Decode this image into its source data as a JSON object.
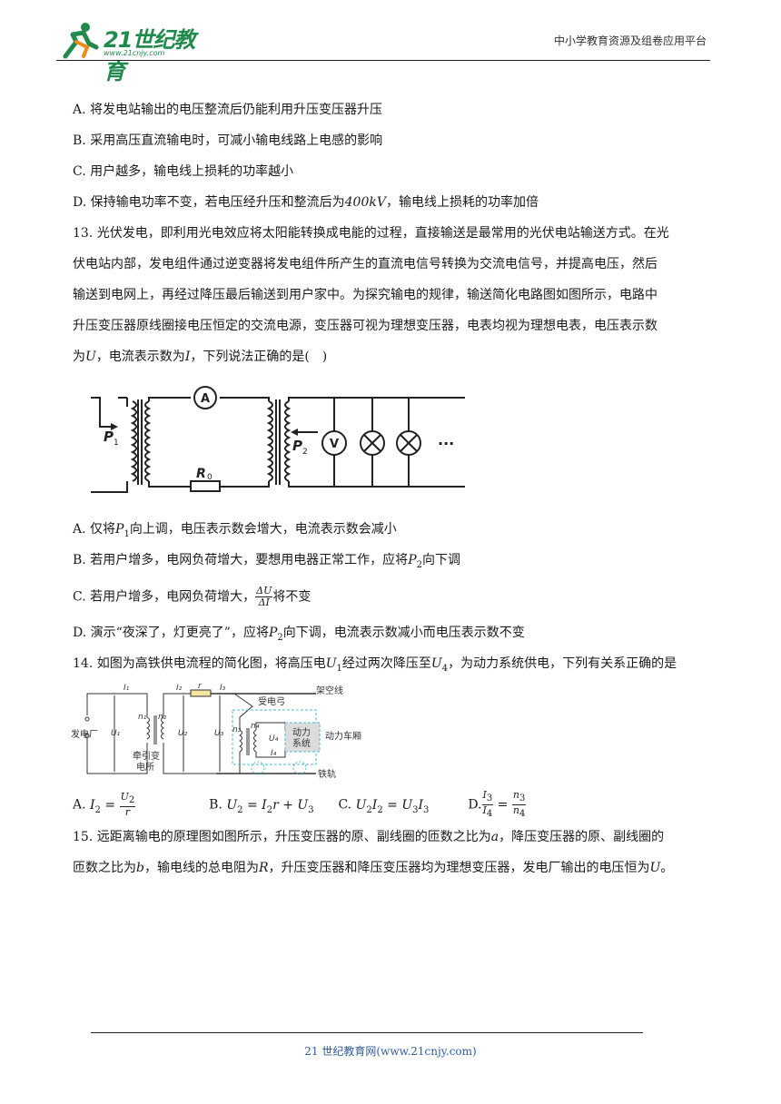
{
  "header": {
    "logo_text": "21世纪教育",
    "logo_url": "www.21cnjy.com",
    "platform": "中小学教育资源及组卷应用平台"
  },
  "q12_options": {
    "a": "A. 将发电站输出的电压整流后仍能利用升压变压器升压",
    "b": "B. 采用高压直流输电时，可减小输电线路上电感的影响",
    "c": "C. 用户越多，输电线上损耗的功率越小",
    "d_pre": "D. 保持输电功率不变，若电压经升压和整流后为",
    "d_val": "400kV",
    "d_post": "，输电线上损耗的功率加倍"
  },
  "q13": {
    "line1": "13. 光伏发电，即利用光电效应将太阳能转换成电能的过程，直接输送是最常用的光伏电站输送方式。在光",
    "line2": "伏电站内部，发电组件通过逆变器将发电组件所产生的直流电信号转换为交流电信号，并提高电压，然后",
    "line3": "输送到电网上，再经过降压最后输送到用户家中。为探究输电的规律，输送简化电路图如图所示，电路中",
    "line4": "升压变压器原线圈接电压恒定的交流电源，变压器可视为理想变压器，电表均视为理想电表，电压表示数",
    "line5_a": "为",
    "line5_u": "U",
    "line5_b": "，电流表示数为",
    "line5_i": "I",
    "line5_c": "，下列说法正确的是(　)",
    "fig": {
      "ammeter": "A",
      "voltmeter": "V",
      "p1": "P",
      "p1_sub": "1",
      "p2": "P",
      "p2_sub": "2",
      "r0": "R",
      "r0_sub": "0",
      "dots": "···"
    },
    "opt_a1": "A. 仅将",
    "opt_a2": "向上调，电压表示数会增大，电流表示数会减小",
    "opt_b1": "B. 若用户增多，电网负荷增大，要想用电器正常工作，应将",
    "opt_b2": "向下调",
    "opt_c1": "C. 若用户增多，电网负荷增大，",
    "opt_c_num": "ΔU",
    "opt_c_den": "ΔI",
    "opt_c2": "将不变",
    "opt_d1": "D. 演示“夜深了，灯更亮了”，应将",
    "opt_d2": "向下调，电流表示数减小而电压表示数不变"
  },
  "q14": {
    "stem1": "14. 如图为高铁供电流程的简化图，将高压电",
    "stem2": "经过两次降压至",
    "stem3": "，为动力系统供电，下列有关系正确的是",
    "fig": {
      "plant": "发电厂",
      "substation1": "牵引变",
      "substation2": "电所",
      "overhead": "架空线",
      "pantograph": "受电弓",
      "car": "动力车厢",
      "power1": "动力",
      "power2": "系统",
      "rail": "铁轨",
      "I1": "I₁",
      "I2": "I₂",
      "I3": "I₃",
      "I4": "I₄",
      "r": "r",
      "U1": "U₁",
      "U2": "U₂",
      "U3": "U₃",
      "U4": "U₄",
      "n1": "n₁",
      "n2": "n₂",
      "n3": "n₃",
      "n4": "n₄"
    },
    "opt_a": "A.",
    "opt_b": "B.",
    "opt_c": "C.",
    "opt_d": "D."
  },
  "q15": {
    "line1_a": "15. 远距离输电的原理图如图所示，升压变压器的原、副线圈的匝数之比为",
    "line1_b": "，降压变压器的原、副线圈的",
    "line2_a": "匝数之比为",
    "line2_b": "，输电线的总电阻为",
    "line2_c": "，升压变压器和降压变压器均为理想变压器，发电厂输出的电压恒为",
    "var_a": "a",
    "var_b": "b",
    "var_R": "R",
    "var_U": "U",
    "end": "。"
  },
  "footer": {
    "text": "21 世纪教育网(www.21cnjy.com)"
  }
}
